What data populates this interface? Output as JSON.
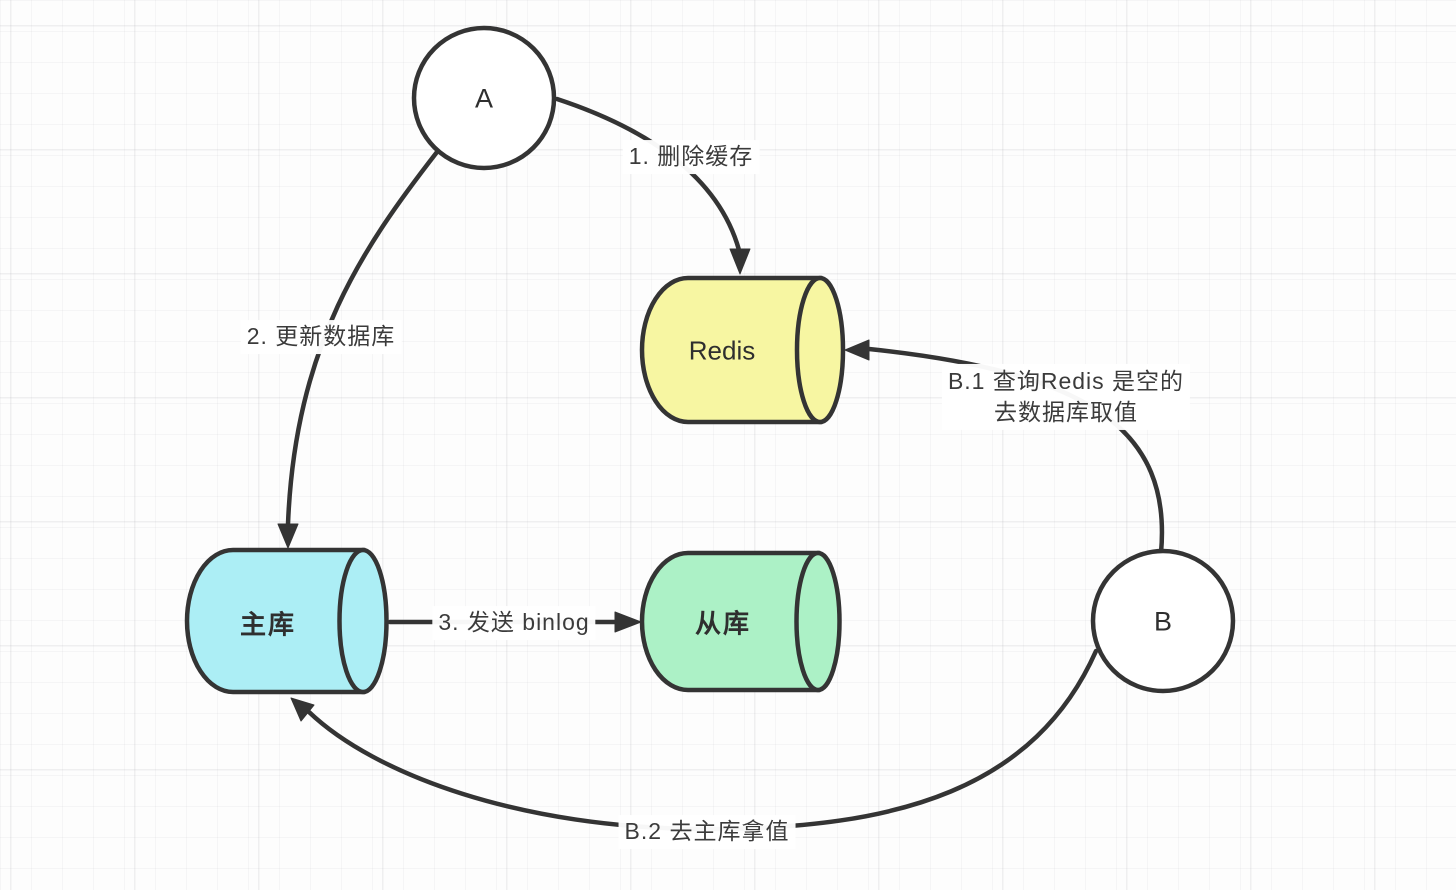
{
  "nodes": {
    "actor_a": {
      "label": "A"
    },
    "actor_b": {
      "label": "B"
    },
    "redis": {
      "label": "Redis"
    },
    "master": {
      "label": "主库"
    },
    "slave": {
      "label": "从库"
    }
  },
  "edges": {
    "delete_cache": {
      "label": "1. 删除缓存"
    },
    "update_db": {
      "label": "2. 更新数据库"
    },
    "send_binlog": {
      "label": "3. 发送 binlog"
    },
    "query_redis": {
      "label_line1": "B.1 查询Redis 是空的",
      "label_line2": "去数据库取值"
    },
    "fetch_master": {
      "label": "B.2 去主库拿值"
    }
  },
  "colors": {
    "stroke": "#343434",
    "actor_fill": "#ffffff",
    "redis_fill": "#F7F6A2",
    "master_fill": "#ACEEF5",
    "slave_fill": "#ACF1C6",
    "label_text": "#3b3b3b",
    "grid_line": "#ececec",
    "background": "#fdfdfd"
  }
}
